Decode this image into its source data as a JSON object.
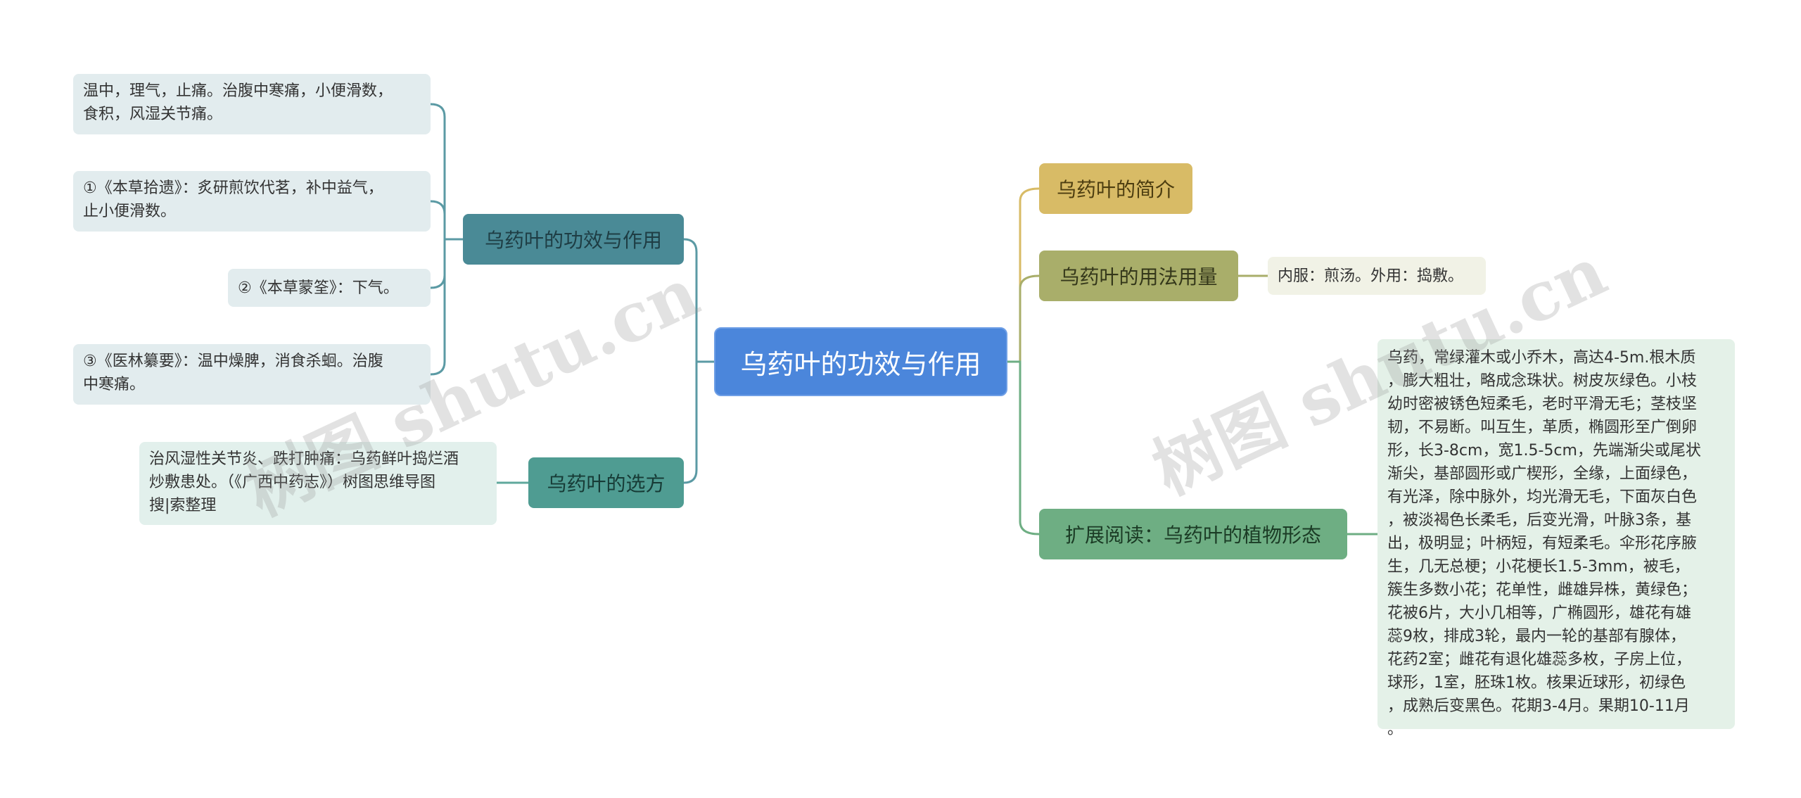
{
  "root": {
    "label": "乌药叶的功效与作用"
  },
  "left_branches": [
    {
      "label": "乌药叶的功效与作用",
      "children": [
        {
          "lines": [
            "温中，理气，止痛。治腹中寒痛，小便滑数，",
            "食积，风湿关节痛。"
          ]
        },
        {
          "lines": [
            "①《本草拾遗》：炙研煎饮代茗，补中益气，",
            "止小便滑数。"
          ]
        },
        {
          "lines": [
            "②《本草蒙筌》：下气。"
          ]
        },
        {
          "lines": [
            "③《医林纂要》：温中燥脾，消食杀蛔。治腹",
            "中寒痛。"
          ]
        }
      ]
    },
    {
      "label": "乌药叶的选方",
      "children": [
        {
          "lines": [
            "治风湿性关节炎、跌打肿痛：乌药鲜叶捣烂酒",
            "炒敷患处。（《广西中药志》）树图思维导图",
            "搜|索整理"
          ]
        }
      ]
    }
  ],
  "right_branches": [
    {
      "label": "乌药叶的简介",
      "children": []
    },
    {
      "label": "乌药叶的用法用量",
      "children": [
        {
          "lines": [
            "内服：煎汤。外用：捣敷。"
          ]
        }
      ]
    },
    {
      "label": "扩展阅读：乌药叶的植物形态",
      "children": [
        {
          "lines": [
            "乌药，常绿灌木或小乔木，高达4-5m.根木质",
            "，膨大粗壮，略成念珠状。树皮灰绿色。小枝",
            "幼时密被锈色短柔毛，老时平滑无毛；茎枝坚",
            "韧，不易断。叫互生，革质，椭圆形至广倒卵",
            "形，长3-8cm，宽1.5-5cm，先端渐尖或尾状",
            "渐尖，基部圆形或广楔形，全缘，上面绿色，",
            "有光泽，除中脉外，均光滑无毛，下面灰白色",
            "，被淡褐色长柔毛，后变光滑，叶脉3条，基",
            "出，极明显；叶柄短，有短柔毛。伞形花序腋",
            "生，几无总梗；小花梗长1.5-3mm，被毛，",
            "簇生多数小花；花单性，雌雄异株，黄绿色；",
            "花被6片，大小几相等，广椭圆形，雄花有雄",
            "蕊9枚，排成3轮，最内一轮的基部有腺体，",
            "花药2室；雌花有退化雄蕊多枚，子房上位，",
            "球形，1室，胚珠1枚。核果近球形，初绿色",
            "，成熟后变黑色。花期3-4月。果期10-11月",
            "。"
          ]
        }
      ]
    }
  ],
  "watermarks": [
    "树图 shutu.cn",
    "树图 shutu.cn"
  ],
  "colors": {
    "root": "#4b86db",
    "link_left": "#5b9aa4",
    "link_right_top": "#d8bb66",
    "link_right_mid": "#a9ae6a",
    "link_right_bottom": "#6eae83"
  }
}
